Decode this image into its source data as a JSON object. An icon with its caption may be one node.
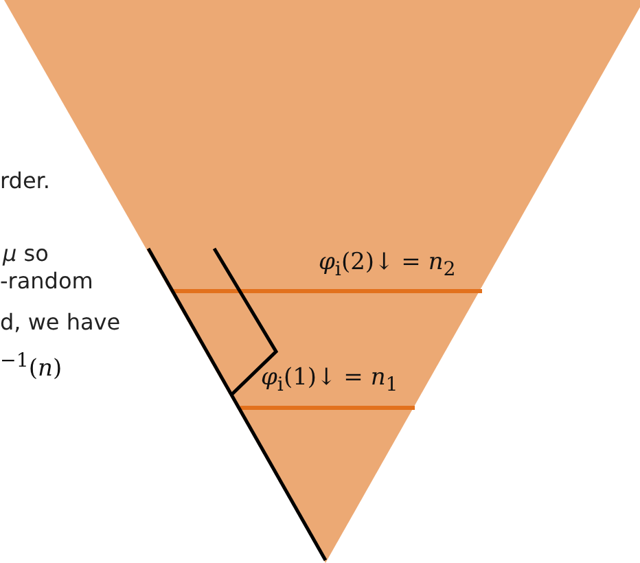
{
  "diagram": {
    "labels": [
      "rder.",
      "*μ* so",
      "*φ*$_{i}$(2)↓ = *n*$_{2}$",
      "-random",
      "d, we have",
      "$^{−1}$(*n*)",
      "*φ*$_{i}$(1)↓ = *n*$_{1}$"
    ]
  }
}
